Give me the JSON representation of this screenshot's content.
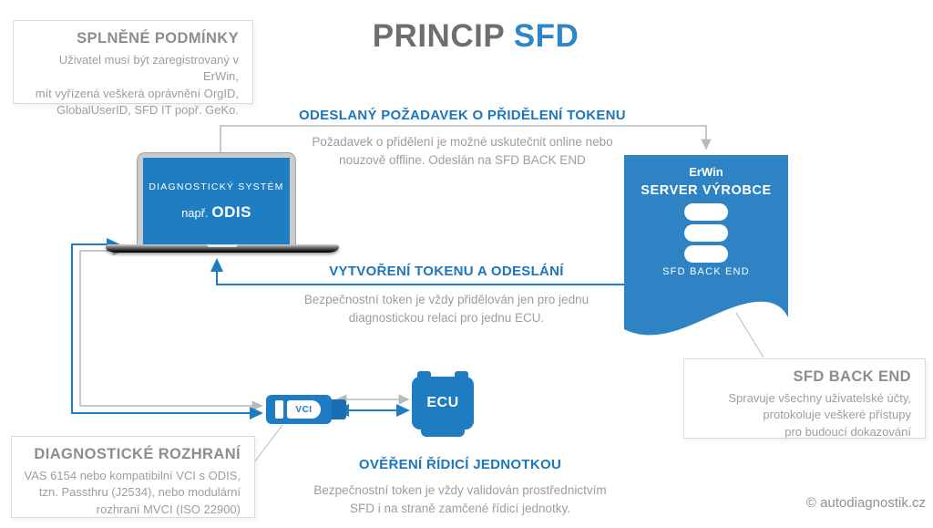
{
  "title": {
    "part1": "PRINCIP",
    "part2": "SFD"
  },
  "boxes": {
    "conditions": {
      "heading": "SPLNĚNÉ PODMÍNKY",
      "lines": [
        "Uživatel musí být zaregistrovaný v ErWin,",
        "mít vyřízená veškerá oprávnění OrgID,",
        "GlobalUserID, SFD IT popř. GeKo."
      ]
    },
    "diag_interface": {
      "heading": "DIAGNOSTICKÉ ROZHRANÍ",
      "lines": [
        "VAS 6154 nebo kompatibilní VCI s ODIS,",
        "tzn. Passthru (J2534), nebo modulární",
        "rozhraní MVCI (ISO 22900)"
      ]
    },
    "sfd_backend": {
      "heading": "SFD BACK END",
      "lines": [
        "Spravuje všechny uživatelské účty,",
        "protokoluje veškeré přístupy",
        "pro budoucí dokazování"
      ]
    }
  },
  "flows": {
    "request": {
      "heading": "ODESLANÝ POŽADAVEK O PŘIDĚLENÍ TOKENU",
      "lines": [
        "Požadavek o přidělení je možné uskutečnit online nebo",
        "nouzově offline. Odeslán na SFD BACK END"
      ]
    },
    "token": {
      "heading": "VYTVOŘENÍ TOKENU A ODESLÁNÍ",
      "lines": [
        "Bezpečnostní token je vždy přidělován jen pro jednu",
        "diagnostickou relaci pro jednu ECU."
      ]
    },
    "verify": {
      "heading": "OVĚŘENÍ ŘÍDICÍ JEDNOTKOU",
      "lines": [
        "Bezpečnostní token je vždy validován prostřednictvím",
        "SFD i na straně zamčené řídicí jednotky."
      ]
    }
  },
  "laptop": {
    "title": "DIAGNOSTICKÝ SYSTÉM",
    "subtitle_prefix": "např.",
    "subtitle_name": "ODIS"
  },
  "server": {
    "name": "ErWin",
    "role": "SERVER VÝROBCE",
    "caption": "SFD BACK END"
  },
  "devices": {
    "vci_label": "VCI",
    "ecu_label": "ECU"
  },
  "footer": {
    "copyright": "© autodiagnostik.cz"
  },
  "icons": {
    "server": "database-icon"
  },
  "colors": {
    "blue": "#1e7dc2",
    "heading_blue": "#1b76bd",
    "title_gray": "#6d6e71",
    "title_blue": "#2e86c8",
    "box_heading_gray": "#8b8d90",
    "body_gray": "#9b9da0",
    "connector_gray": "#b7b9bb"
  }
}
